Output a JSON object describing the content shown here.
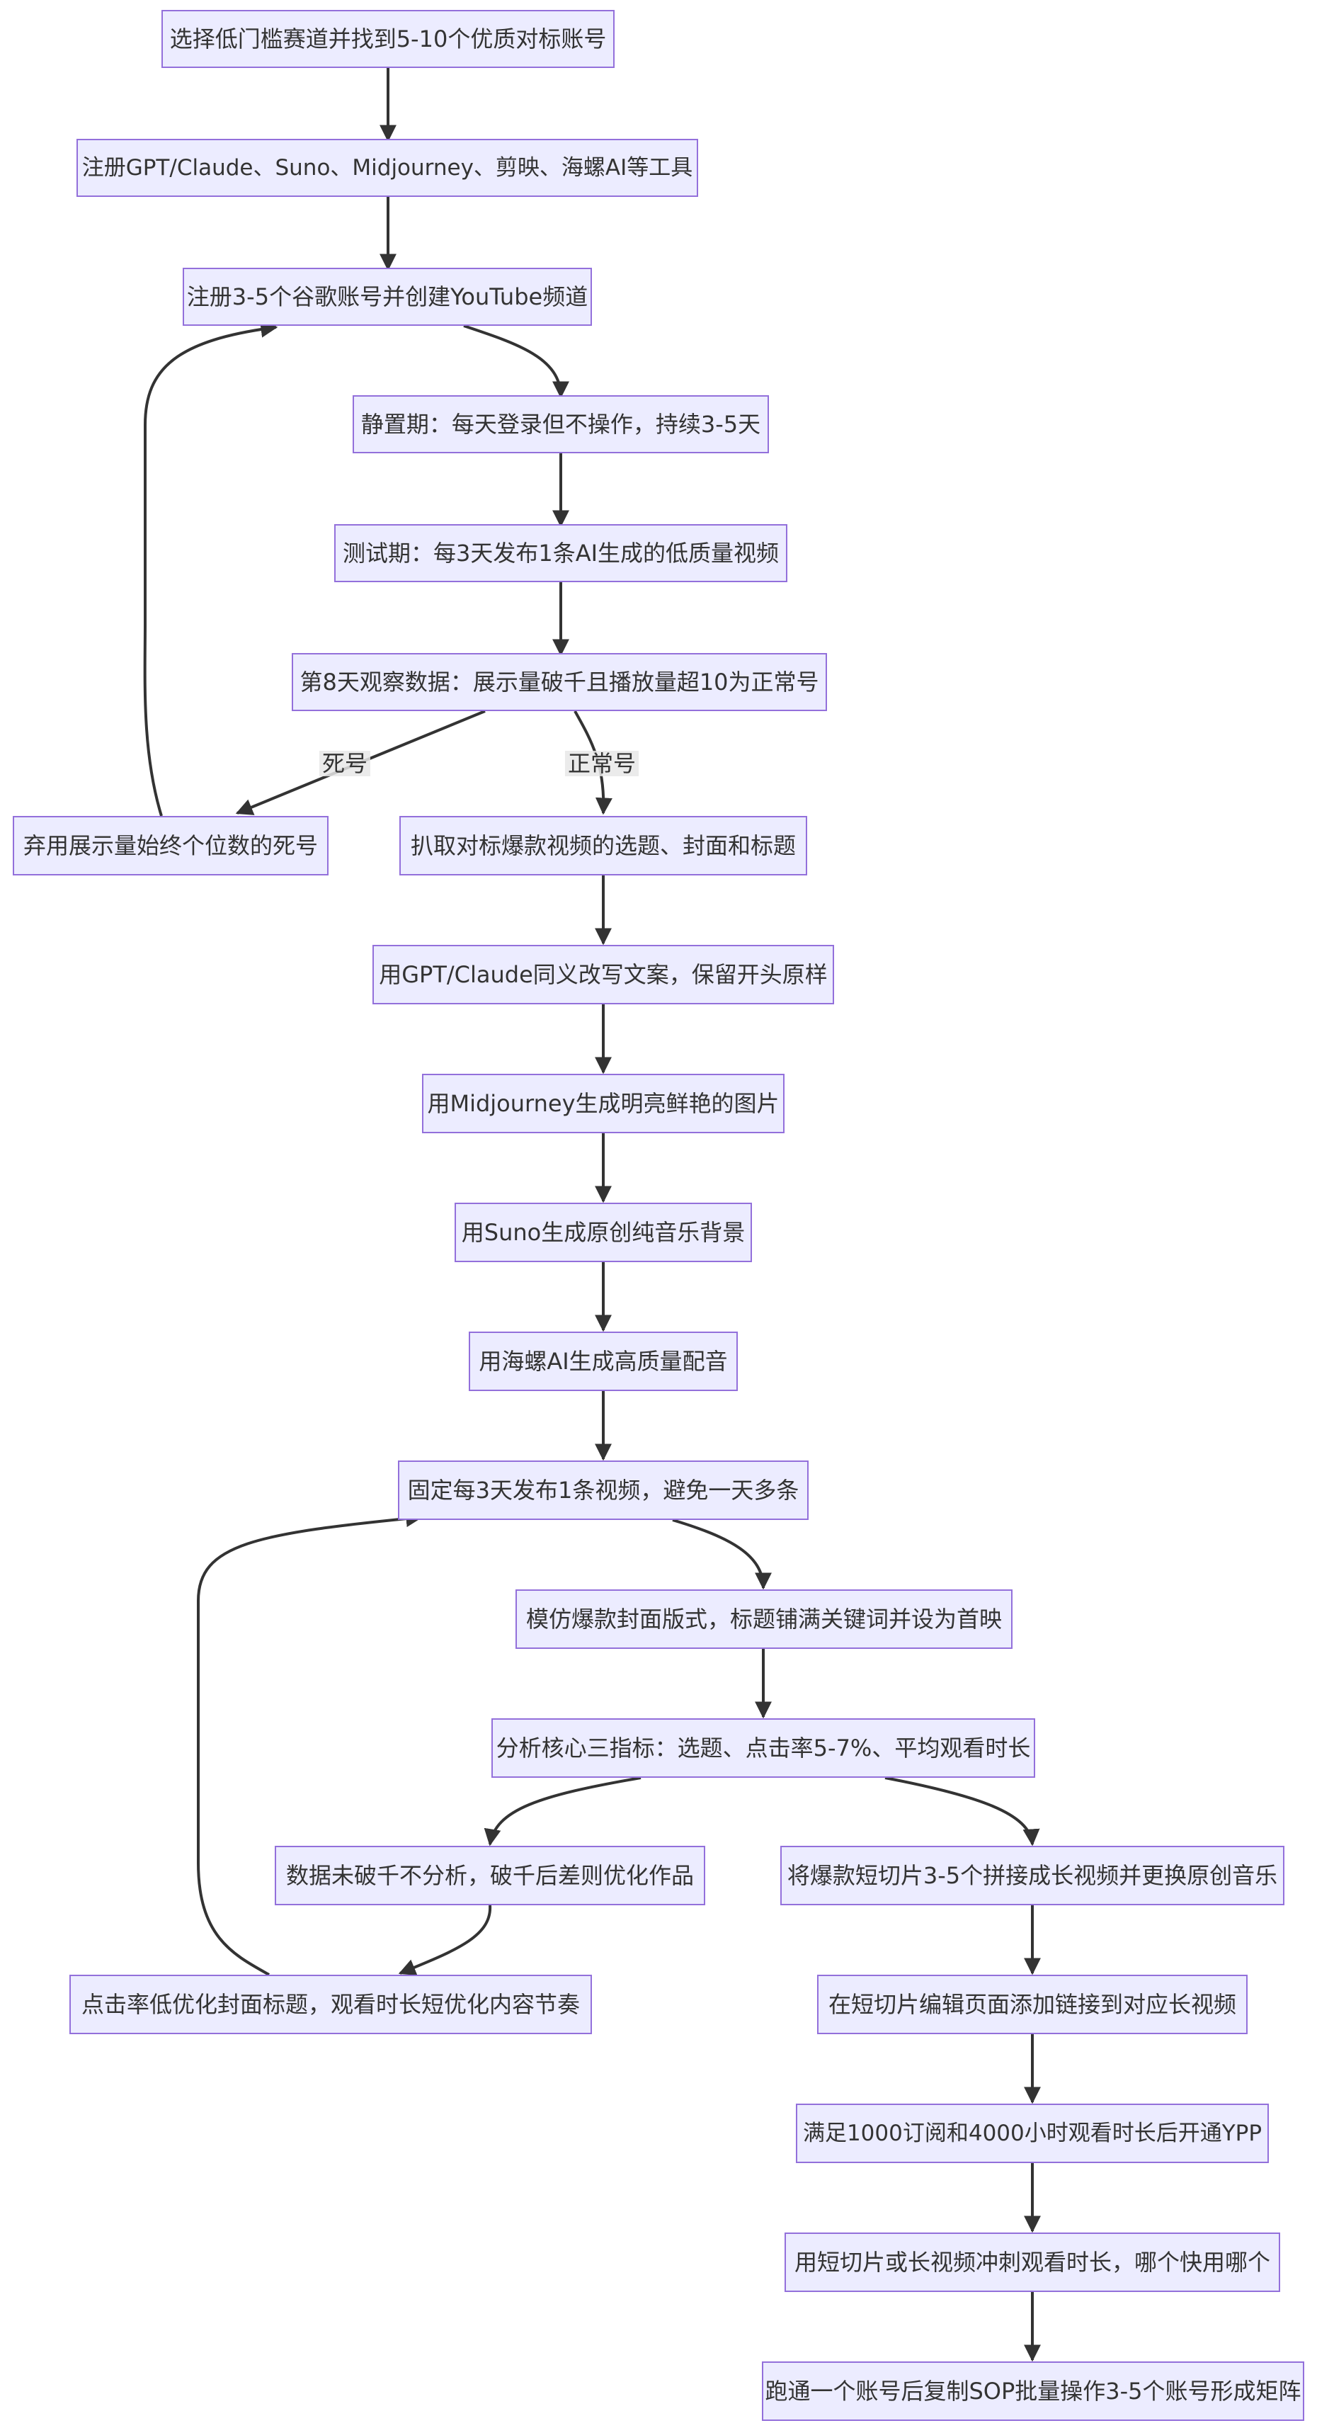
{
  "nodes": [
    {
      "id": "n1",
      "label": "选择低门槛赛道并找到5-10个优质对标账号"
    },
    {
      "id": "n2",
      "label": "注册GPT/Claude、Suno、Midjourney、剪映、海螺AI等工具"
    },
    {
      "id": "n3",
      "label": "注册3-5个谷歌账号并创建YouTube频道"
    },
    {
      "id": "n4",
      "label": "静置期：每天登录但不操作，持续3-5天"
    },
    {
      "id": "n5",
      "label": "测试期：每3天发布1条AI生成的低质量视频"
    },
    {
      "id": "n6",
      "label": "第8天观察数据：展示量破千且播放量超10为正常号"
    },
    {
      "id": "n7",
      "label": "弃用展示量始终个位数的死号"
    },
    {
      "id": "n8",
      "label": "扒取对标爆款视频的选题、封面和标题"
    },
    {
      "id": "n9",
      "label": "用GPT/Claude同义改写文案，保留开头原样"
    },
    {
      "id": "n10",
      "label": "用Midjourney生成明亮鲜艳的图片"
    },
    {
      "id": "n11",
      "label": "用Suno生成原创纯音乐背景"
    },
    {
      "id": "n12",
      "label": "用海螺AI生成高质量配音"
    },
    {
      "id": "n13",
      "label": "固定每3天发布1条视频，避免一天多条"
    },
    {
      "id": "n14",
      "label": "模仿爆款封面版式，标题铺满关键词并设为首映"
    },
    {
      "id": "n15",
      "label": "分析核心三指标：选题、点击率5-7%、平均观看时长"
    },
    {
      "id": "n16",
      "label": "数据未破千不分析，破千后差则优化作品"
    },
    {
      "id": "n17",
      "label": "将爆款短切片3-5个拼接成长视频并更换原创音乐"
    },
    {
      "id": "n18",
      "label": "点击率低优化封面标题，观看时长短优化内容节奏"
    },
    {
      "id": "n19",
      "label": "在短切片编辑页面添加链接到对应长视频"
    },
    {
      "id": "n20",
      "label": "满足1000订阅和4000小时观看时长后开通YPP"
    },
    {
      "id": "n21",
      "label": "用短切片或长视频冲刺观看时长，哪个快用哪个"
    },
    {
      "id": "n22",
      "label": "跑通一个账号后复制SOP批量操作3-5个账号形成矩阵"
    }
  ],
  "edges": [
    {
      "id": "e1",
      "from": "n1",
      "to": "n2"
    },
    {
      "id": "e2",
      "from": "n2",
      "to": "n3"
    },
    {
      "id": "e3",
      "from": "n3",
      "to": "n4"
    },
    {
      "id": "e4",
      "from": "n4",
      "to": "n5"
    },
    {
      "id": "e5",
      "from": "n5",
      "to": "n6"
    },
    {
      "id": "e6",
      "from": "n6",
      "to": "n7",
      "label": "死号"
    },
    {
      "id": "e7",
      "from": "n6",
      "to": "n8",
      "label": "正常号"
    },
    {
      "id": "e8",
      "from": "n7",
      "to": "n3"
    },
    {
      "id": "e9",
      "from": "n8",
      "to": "n9"
    },
    {
      "id": "e10",
      "from": "n9",
      "to": "n10"
    },
    {
      "id": "e11",
      "from": "n10",
      "to": "n11"
    },
    {
      "id": "e12",
      "from": "n11",
      "to": "n12"
    },
    {
      "id": "e13",
      "from": "n12",
      "to": "n13"
    },
    {
      "id": "e14",
      "from": "n13",
      "to": "n14"
    },
    {
      "id": "e15",
      "from": "n14",
      "to": "n15"
    },
    {
      "id": "e16",
      "from": "n15",
      "to": "n16"
    },
    {
      "id": "e17",
      "from": "n15",
      "to": "n17"
    },
    {
      "id": "e18",
      "from": "n16",
      "to": "n18"
    },
    {
      "id": "e19",
      "from": "n18",
      "to": "n13"
    },
    {
      "id": "e20",
      "from": "n17",
      "to": "n19"
    },
    {
      "id": "e21",
      "from": "n19",
      "to": "n20"
    },
    {
      "id": "e22",
      "from": "n20",
      "to": "n21"
    },
    {
      "id": "e23",
      "from": "n21",
      "to": "n22"
    }
  ],
  "colors": {
    "node_fill": "#ECECFF",
    "node_border": "#9370DB",
    "edge": "#333333",
    "text": "#333333",
    "label_bg": "#E8E8E8"
  }
}
